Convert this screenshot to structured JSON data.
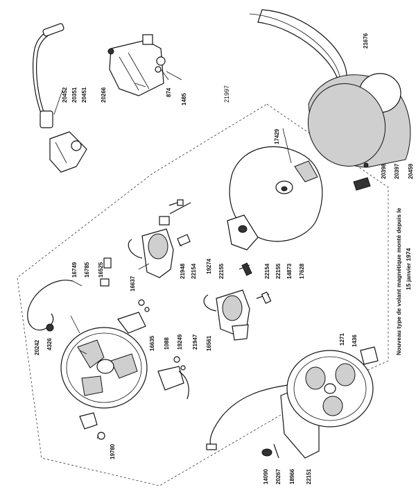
{
  "diagram": {
    "labels": {
      "p21676": "21676",
      "p21997": "21997",
      "p20452": "20452",
      "p20351": "20351",
      "p20451": "20451",
      "p20266": "20266",
      "p874": "874",
      "p1485": "1485",
      "p17429": "17429",
      "p20398": "20398",
      "p20397": "20397",
      "p20459": "20459",
      "p16749": "16749",
      "p16785": "16785",
      "p16525": "16525",
      "p16637": "16637",
      "p21948": "21948",
      "p22154a": "22154",
      "p19274": "19274",
      "p22155a": "22155",
      "p22154b": "22154",
      "p22155b": "22155",
      "p14873": "14873",
      "p17628": "17628",
      "p20242": "20242",
      "p4326": "4326",
      "p16635": "16635",
      "p1088": "1088",
      "p19249": "19249",
      "p21947": "21947",
      "p16561": "16561",
      "p1271": "1271",
      "p1436": "1436",
      "p19780": "19780",
      "p14090": "14090",
      "p20267": "20267",
      "p18966": "18966",
      "p22151": "22151"
    },
    "note_line1": "Nouveau type de volant magnétique monté depuis le",
    "note_line2": "15 janvier 1974"
  }
}
